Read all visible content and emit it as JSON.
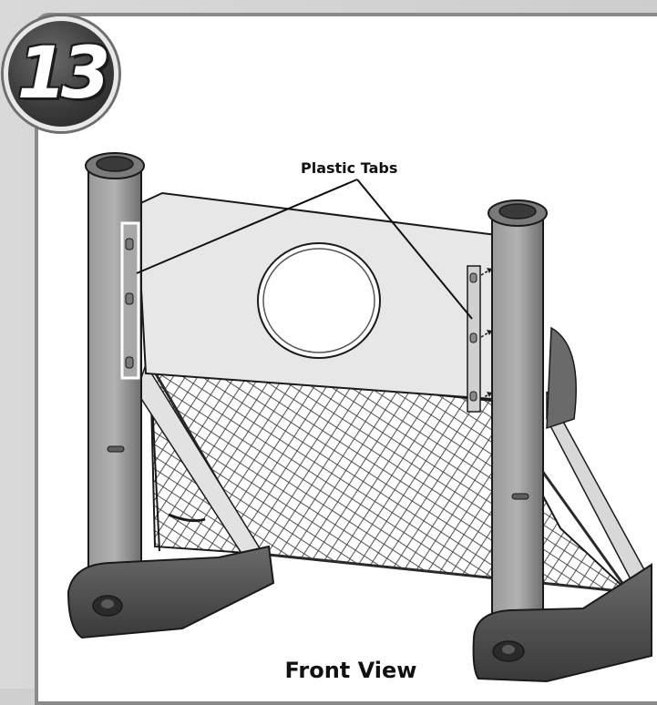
{
  "step": {
    "number": "13"
  },
  "callout": {
    "label": "Plastic Tabs"
  },
  "caption": {
    "text": "Front View"
  },
  "colors": {
    "post": "#8c8c8c",
    "post_dark": "#5e5e5e",
    "base": "#4a4a4a",
    "panel": "#e7e7e7",
    "net": "#3a3a3a",
    "outline": "#1a1a1a"
  }
}
